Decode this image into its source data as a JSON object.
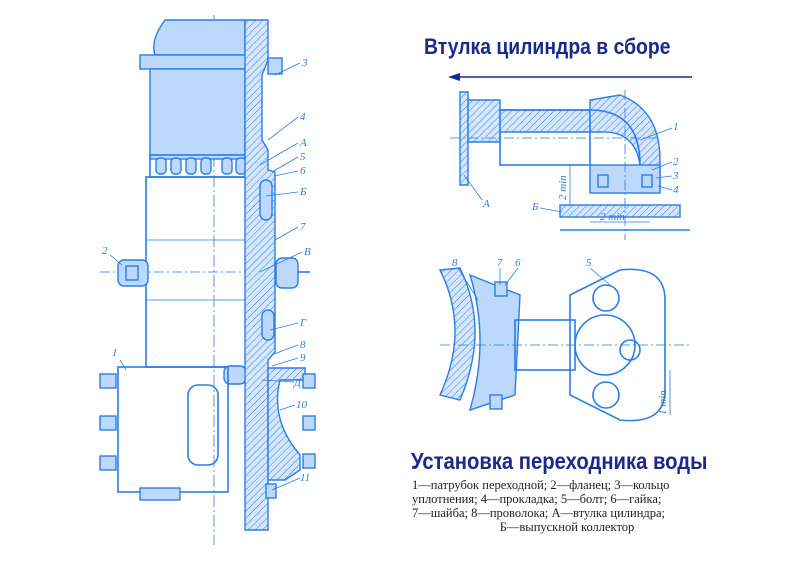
{
  "titles": {
    "main": "Втулка цилиндра в сборе",
    "sub": "Установка переходника воды"
  },
  "caption": {
    "line1": "1—патрубок переходной; 2—фланец; 3—кольцо",
    "line2": "уплотнения; 4—прокладка; 5—болт; 6—гайка;",
    "line3": "7—шайба; 8—проволока; А—втулка цилиндра;",
    "line4": "Б—выпускной коллектор"
  },
  "left_labels": {
    "l3": "3",
    "l4": "4",
    "lA": "А",
    "l5": "5",
    "l6": "6",
    "lB": "Б",
    "l7": "7",
    "lV": "В",
    "lG": "Г",
    "l8": "8",
    "l9": "9",
    "lD": "Д",
    "l10": "10",
    "l11": "11",
    "l1": "1",
    "l2": "2"
  },
  "right_top_labels": {
    "l1": "1",
    "l2": "2",
    "l3": "3",
    "l4": "4",
    "lA": "А",
    "lB": "Б",
    "dim1": "2 min",
    "dim2": "2 min"
  },
  "right_bottom_labels": {
    "l8": "8",
    "l7": "7",
    "l6": "6",
    "l5": "5",
    "dim": "1 min"
  },
  "colors": {
    "drawing": "#2a7de8",
    "title": "#1a2a8c",
    "caption": "#222222"
  }
}
